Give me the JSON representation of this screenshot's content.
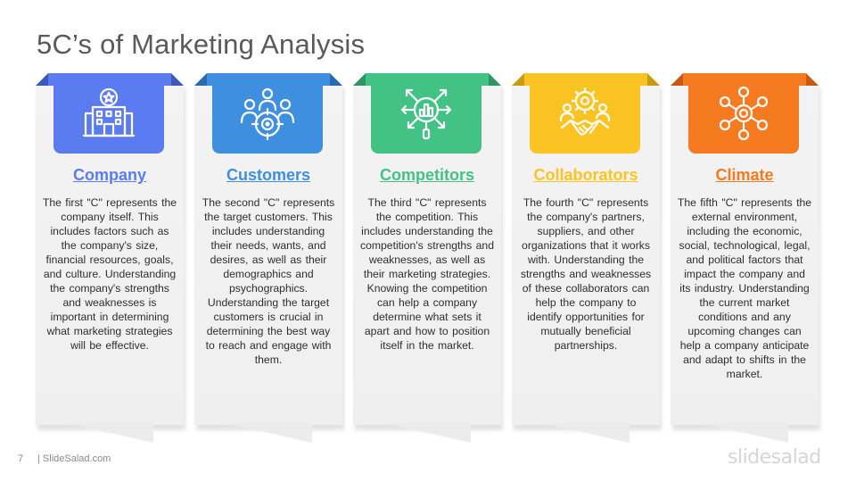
{
  "title": "5C’s of Marketing Analysis",
  "columns": [
    {
      "heading": "Company",
      "icon": "company-building-icon",
      "color": "#5B7CF0",
      "tab_dark": "#3D58B8",
      "text": "The first \"C\" represents the company itself. This includes factors such as the company's size, financial resources, goals, and culture. Understanding the company's strengths and weaknesses is important in determining what marketing strategies will be effective."
    },
    {
      "heading": "Customers",
      "icon": "customers-target-icon",
      "color": "#3F8FE0",
      "tab_dark": "#2A6BB0",
      "text": "The second \"C\" represents the target customers. This includes understanding their needs, wants, and desires, as well as their demographics and psychographics. Understanding the target customers is crucial in determining the best way to reach and engage with them."
    },
    {
      "heading": "Competitors",
      "icon": "competitors-analysis-icon",
      "color": "#43C285",
      "tab_dark": "#2E9662",
      "text": "The third \"C\" represents the competition. This includes understanding the competition's strengths and weaknesses, as well as their marketing strategies. Knowing the competition can help a company determine what sets it apart and how to position itself in the market."
    },
    {
      "heading": "Collaborators",
      "icon": "collaborators-handshake-icon",
      "color": "#FCC423",
      "tab_dark": "#C99A12",
      "text": "The fourth \"C\" represents the company's partners, suppliers, and other organizations that it works with. Understanding the strengths and weaknesses of these collaborators can help the company to identify opportunities for mutually beneficial partnerships."
    },
    {
      "heading": "Climate",
      "icon": "climate-network-icon",
      "color": "#F57A20",
      "tab_dark": "#C65A10",
      "text": "The fifth \"C\" represents the external environment, including the economic, social, technological, legal, and political factors that impact the company and its industry. Understanding the current market conditions and any upcoming changes can help a company anticipate and adapt to shifts in the market."
    }
  ],
  "footer": {
    "page_number": "7",
    "site": "| SlideSalad.com",
    "logo": "slidesalad"
  }
}
